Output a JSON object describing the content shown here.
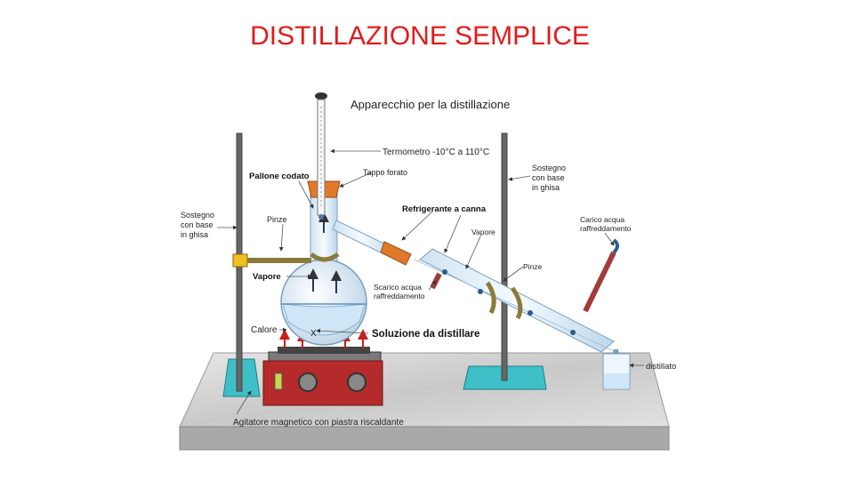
{
  "slide": {
    "title": "DISTILLAZIONE SEMPLICE"
  },
  "diagram": {
    "heading": "Apparecchio per la distillazione",
    "labels": {
      "thermometer": "Termometro -10°C a 110°C",
      "stopper": "Tappo forato",
      "flask": "Pallone codato",
      "support_left": [
        "Sostegno",
        "con base",
        "in ghisa"
      ],
      "clamp_left": "Pinze",
      "vapor_flask": "Vapore",
      "heat": "Calore",
      "solution": "Soluzione da distillare",
      "condenser": "Refrigerante a canna",
      "vapor_condenser": "Vapore",
      "water_out": [
        "Scarico acqua",
        "raffreddamento"
      ],
      "clamp_right": "Pinze",
      "water_in": [
        "Carico acqua",
        "raffreddamento"
      ],
      "support_right": [
        "Sostegno",
        "con base",
        "in ghisa"
      ],
      "distillate": "distillato",
      "stirrer": "Agitatore magnetico con piastra riscaldante",
      "x_mark": "X"
    },
    "colors": {
      "title": "#e11b1b",
      "heater": "#b52a2a",
      "stand_base": "#3fc0c8",
      "cork": "#e07a2a",
      "water_hose": "#a23b3b",
      "clamp": "#f0c020"
    }
  }
}
